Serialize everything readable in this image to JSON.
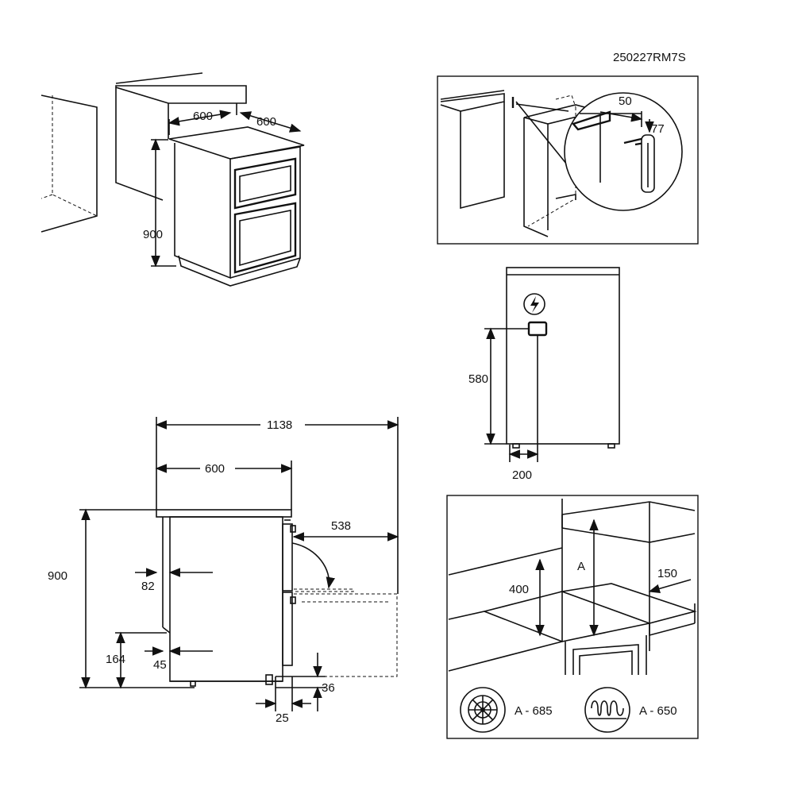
{
  "code": "250227RM7S",
  "fig1": {
    "width": "600",
    "depth": "600",
    "height": "900"
  },
  "fig2": {
    "dim_a": "50",
    "dim_b": "77"
  },
  "fig3": {
    "height": "580",
    "offset": "200"
  },
  "fig4": {
    "total": "1138",
    "body_width": "600",
    "door": "538",
    "height": "900",
    "d82": "82",
    "d164": "164",
    "d45": "45",
    "d36": "36",
    "d25": "25"
  },
  "fig5": {
    "dim_400": "400",
    "dim_a": "A",
    "dim_150": "150",
    "fan_label": "A - 685",
    "coil_label": "A - 650"
  }
}
